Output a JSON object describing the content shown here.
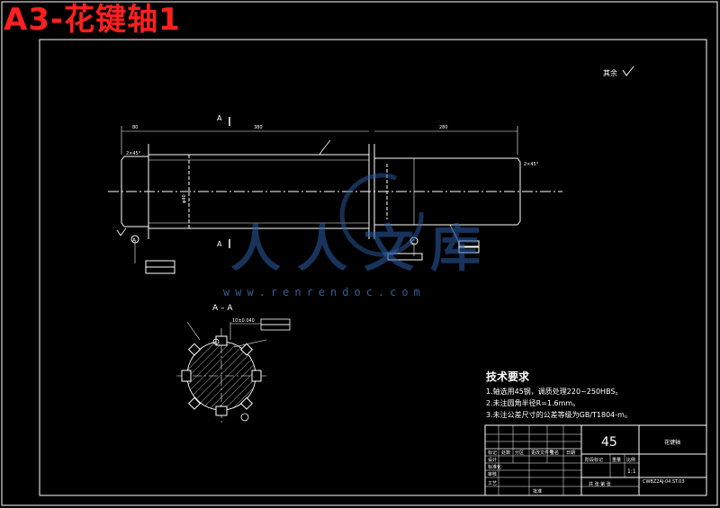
{
  "title": "A3-花键轴1",
  "watermark": {
    "brand_cn": "人人文库",
    "url": "www.renrendoc.com"
  },
  "roughness_note": "其余",
  "section_label": "A – A",
  "section_marker": "A",
  "datum_a": "A",
  "datum_c": "C",
  "dim_labels": {
    "left_len": "80",
    "mid_len": "380",
    "right_len": "280",
    "chamfer_left": "2×45°",
    "chamfer_right": "2×45°",
    "dia_mid": "φ40",
    "keyway_width": "10±0.040"
  },
  "tech_req": {
    "heading": "技术要求",
    "lines": [
      "1.轴选用45钢，调质处理220~250HBS。",
      "2.未注圆角半径R=1.6mm。",
      "3.未注公差尺寸的公差等级为GB/T1804-m。"
    ]
  },
  "title_block": {
    "material": "45",
    "part_name": "花键轴",
    "drawing_no": "CWBZ2AJ-04.ST.03",
    "row_labels": [
      "标记",
      "处数",
      "分区",
      "更改文件号",
      "签名",
      "日期"
    ],
    "design_label": "设计",
    "check_label": "审核",
    "process_label": "工艺",
    "std_label": "标准化",
    "approve_label": "批准",
    "stage_label": "阶段标记",
    "weight_label": "重量",
    "scale_label": "比例",
    "scale_value": "1:1",
    "sheet_label": "共 张 第 张"
  }
}
